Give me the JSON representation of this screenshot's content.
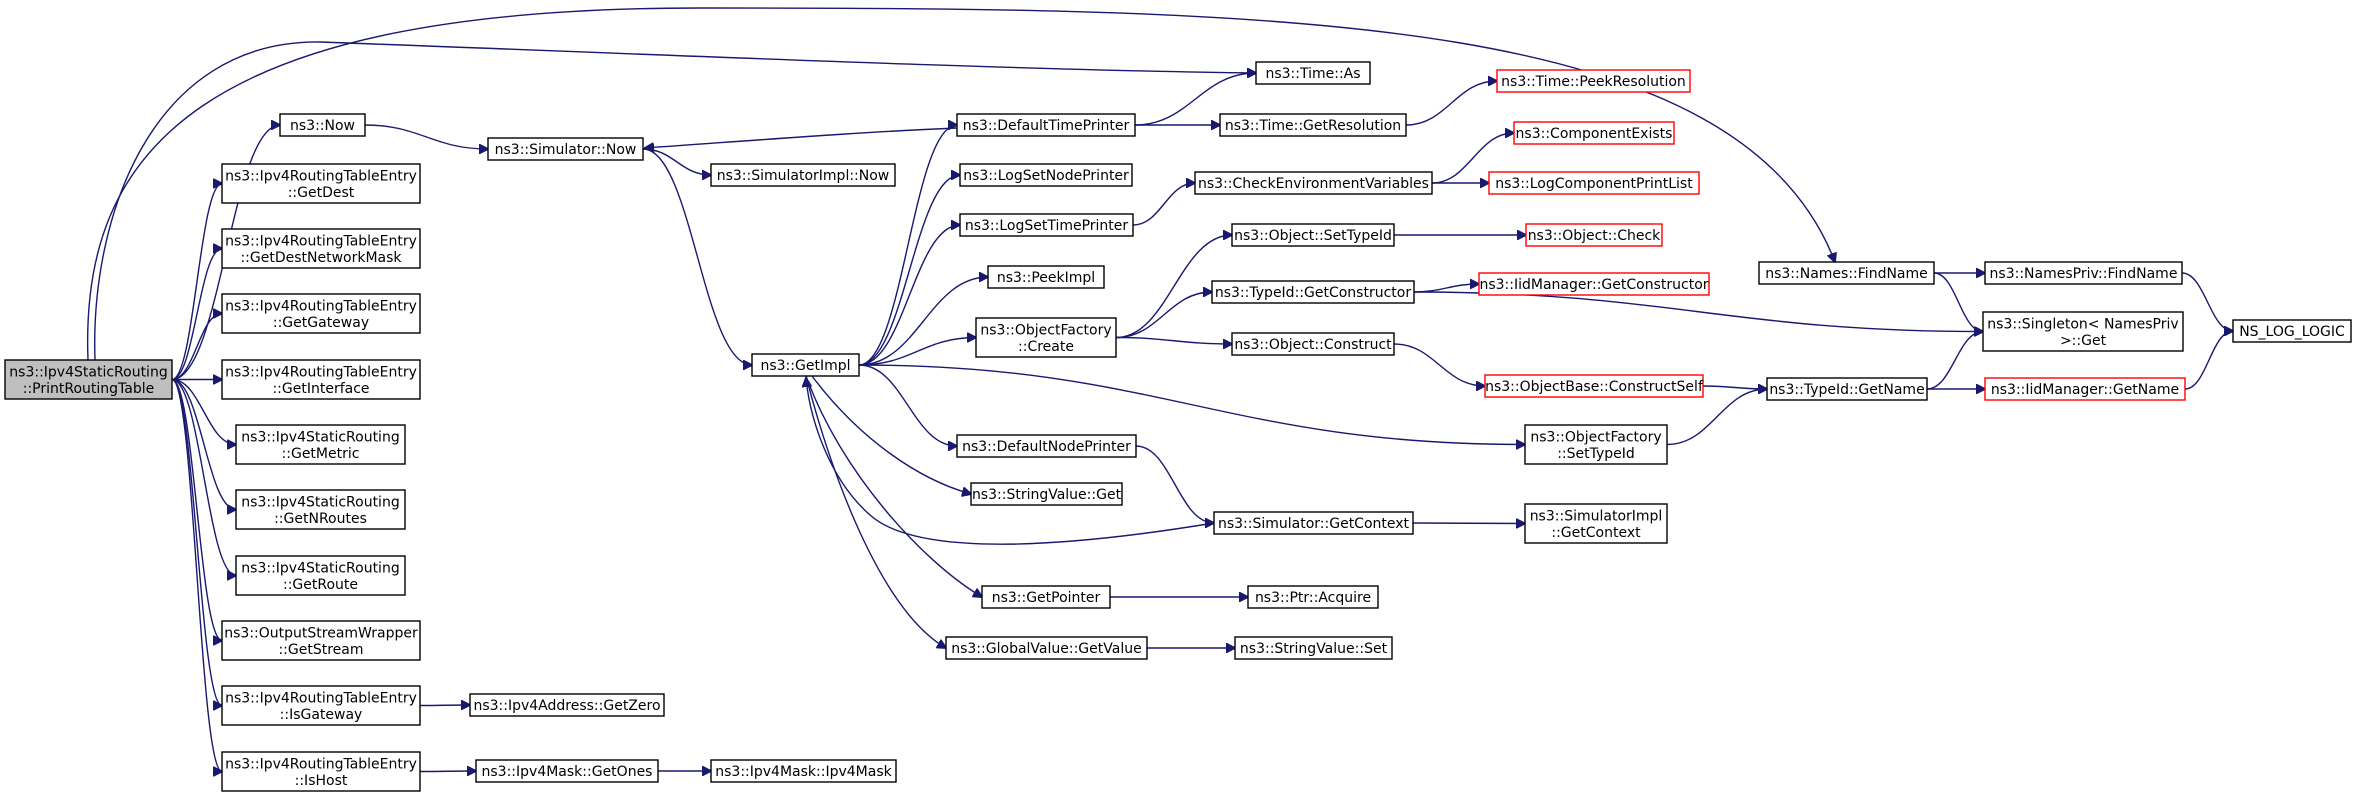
{
  "colors": {
    "edge": "#191970",
    "root_fill": "#bfbfbf",
    "truncated_border": "#ff0000"
  },
  "nodes": [
    {
      "id": "print_routing_table",
      "lines": [
        "ns3::Ipv4StaticRouting",
        "::PrintRoutingTable"
      ],
      "style": "root"
    },
    {
      "id": "now",
      "lines": [
        "ns3::Now"
      ]
    },
    {
      "id": "get_dest",
      "lines": [
        "ns3::Ipv4RoutingTableEntry",
        "::GetDest"
      ]
    },
    {
      "id": "get_dest_network_mask",
      "lines": [
        "ns3::Ipv4RoutingTableEntry",
        "::GetDestNetworkMask"
      ]
    },
    {
      "id": "get_gateway",
      "lines": [
        "ns3::Ipv4RoutingTableEntry",
        "::GetGateway"
      ]
    },
    {
      "id": "get_interface",
      "lines": [
        "ns3::Ipv4RoutingTableEntry",
        "::GetInterface"
      ]
    },
    {
      "id": "get_metric",
      "lines": [
        "ns3::Ipv4StaticRouting",
        "::GetMetric"
      ]
    },
    {
      "id": "get_n_routes",
      "lines": [
        "ns3::Ipv4StaticRouting",
        "::GetNRoutes"
      ]
    },
    {
      "id": "get_route",
      "lines": [
        "ns3::Ipv4StaticRouting",
        "::GetRoute"
      ]
    },
    {
      "id": "get_stream",
      "lines": [
        "ns3::OutputStreamWrapper",
        "::GetStream"
      ]
    },
    {
      "id": "is_gateway",
      "lines": [
        "ns3::Ipv4RoutingTableEntry",
        "::IsGateway"
      ]
    },
    {
      "id": "is_host",
      "lines": [
        "ns3::Ipv4RoutingTableEntry",
        "::IsHost"
      ]
    },
    {
      "id": "simulator_now",
      "lines": [
        "ns3::Simulator::Now"
      ]
    },
    {
      "id": "ipv4address_get_zero",
      "lines": [
        "ns3::Ipv4Address::GetZero"
      ]
    },
    {
      "id": "ipv4mask_get_ones",
      "lines": [
        "ns3::Ipv4Mask::GetOnes"
      ]
    },
    {
      "id": "simulatorimpl_now",
      "lines": [
        "ns3::SimulatorImpl::Now"
      ]
    },
    {
      "id": "get_impl",
      "lines": [
        "ns3::GetImpl"
      ]
    },
    {
      "id": "ipv4mask_ipv4mask",
      "lines": [
        "ns3::Ipv4Mask::Ipv4Mask"
      ]
    },
    {
      "id": "default_time_printer",
      "lines": [
        "ns3::DefaultTimePrinter"
      ]
    },
    {
      "id": "log_set_node_printer",
      "lines": [
        "ns3::LogSetNodePrinter"
      ]
    },
    {
      "id": "log_set_time_printer",
      "lines": [
        "ns3::LogSetTimePrinter"
      ]
    },
    {
      "id": "peek_impl",
      "lines": [
        "ns3::PeekImpl"
      ]
    },
    {
      "id": "object_factory_create",
      "lines": [
        "ns3::ObjectFactory",
        "::Create"
      ]
    },
    {
      "id": "default_node_printer",
      "lines": [
        "ns3::DefaultNodePrinter"
      ]
    },
    {
      "id": "string_value_get",
      "lines": [
        "ns3::StringValue::Get"
      ]
    },
    {
      "id": "get_pointer",
      "lines": [
        "ns3::GetPointer"
      ]
    },
    {
      "id": "global_value_get_value",
      "lines": [
        "ns3::GlobalValue::GetValue"
      ]
    },
    {
      "id": "time_as",
      "lines": [
        "ns3::Time::As"
      ]
    },
    {
      "id": "time_get_resolution",
      "lines": [
        "ns3::Time::GetResolution"
      ]
    },
    {
      "id": "check_environment_variables",
      "lines": [
        "ns3::CheckEnvironmentVariables"
      ]
    },
    {
      "id": "object_set_type_id",
      "lines": [
        "ns3::Object::SetTypeId"
      ]
    },
    {
      "id": "type_id_get_constructor",
      "lines": [
        "ns3::TypeId::GetConstructor"
      ]
    },
    {
      "id": "object_construct",
      "lines": [
        "ns3::Object::Construct"
      ]
    },
    {
      "id": "simulator_get_context",
      "lines": [
        "ns3::Simulator::GetContext"
      ]
    },
    {
      "id": "ptr_acquire",
      "lines": [
        "ns3::Ptr::Acquire"
      ]
    },
    {
      "id": "string_value_set",
      "lines": [
        "ns3::StringValue::Set"
      ]
    },
    {
      "id": "time_peek_resolution",
      "lines": [
        "ns3::Time::PeekResolution"
      ],
      "style": "red"
    },
    {
      "id": "component_exists",
      "lines": [
        "ns3::ComponentExists"
      ],
      "style": "red"
    },
    {
      "id": "log_component_print_list",
      "lines": [
        "ns3::LogComponentPrintList"
      ],
      "style": "red"
    },
    {
      "id": "object_check",
      "lines": [
        "ns3::Object::Check"
      ],
      "style": "red"
    },
    {
      "id": "iid_manager_get_constructor",
      "lines": [
        "ns3::IidManager::GetConstructor"
      ],
      "style": "red"
    },
    {
      "id": "object_base_construct_self",
      "lines": [
        "ns3::ObjectBase::ConstructSelf"
      ],
      "style": "red"
    },
    {
      "id": "object_factory_set_type_id",
      "lines": [
        "ns3::ObjectFactory",
        "::SetTypeId"
      ]
    },
    {
      "id": "simulatorimpl_get_context",
      "lines": [
        "ns3::SimulatorImpl",
        "::GetContext"
      ]
    },
    {
      "id": "names_find_name",
      "lines": [
        "ns3::Names::FindName"
      ]
    },
    {
      "id": "type_id_get_name",
      "lines": [
        "ns3::TypeId::GetName"
      ]
    },
    {
      "id": "names_priv_find_name",
      "lines": [
        "ns3::NamesPriv::FindName"
      ]
    },
    {
      "id": "singleton_get",
      "lines": [
        "ns3::Singleton< NamesPriv",
        " >::Get"
      ]
    },
    {
      "id": "iid_manager_get_name",
      "lines": [
        "ns3::IidManager::GetName"
      ],
      "style": "red"
    },
    {
      "id": "ns_log_logic",
      "lines": [
        "NS_LOG_LOGIC"
      ]
    }
  ],
  "edges": [
    [
      "print_routing_table",
      "now"
    ],
    [
      "print_routing_table",
      "get_dest"
    ],
    [
      "print_routing_table",
      "get_dest_network_mask"
    ],
    [
      "print_routing_table",
      "get_gateway"
    ],
    [
      "print_routing_table",
      "get_interface"
    ],
    [
      "print_routing_table",
      "get_metric"
    ],
    [
      "print_routing_table",
      "get_n_routes"
    ],
    [
      "print_routing_table",
      "get_route"
    ],
    [
      "print_routing_table",
      "get_stream"
    ],
    [
      "print_routing_table",
      "is_gateway"
    ],
    [
      "print_routing_table",
      "is_host"
    ],
    [
      "print_routing_table",
      "time_as"
    ],
    [
      "print_routing_table",
      "names_find_name"
    ],
    [
      "now",
      "simulator_now"
    ],
    [
      "is_gateway",
      "ipv4address_get_zero"
    ],
    [
      "is_host",
      "ipv4mask_get_ones"
    ],
    [
      "ipv4mask_get_ones",
      "ipv4mask_ipv4mask"
    ],
    [
      "simulator_now",
      "simulatorimpl_now"
    ],
    [
      "simulator_now",
      "get_impl"
    ],
    [
      "get_impl",
      "default_time_printer"
    ],
    [
      "get_impl",
      "log_set_node_printer"
    ],
    [
      "get_impl",
      "log_set_time_printer"
    ],
    [
      "get_impl",
      "peek_impl"
    ],
    [
      "get_impl",
      "object_factory_create"
    ],
    [
      "get_impl",
      "default_node_printer"
    ],
    [
      "get_impl",
      "string_value_get"
    ],
    [
      "get_impl",
      "get_pointer"
    ],
    [
      "get_impl",
      "global_value_get_value"
    ],
    [
      "get_impl",
      "object_factory_set_type_id"
    ],
    [
      "default_time_printer",
      "simulator_now"
    ],
    [
      "default_time_printer",
      "time_as"
    ],
    [
      "default_time_printer",
      "time_get_resolution"
    ],
    [
      "time_get_resolution",
      "time_peek_resolution"
    ],
    [
      "log_set_time_printer",
      "check_environment_variables"
    ],
    [
      "check_environment_variables",
      "component_exists"
    ],
    [
      "check_environment_variables",
      "log_component_print_list"
    ],
    [
      "object_factory_create",
      "object_set_type_id"
    ],
    [
      "object_factory_create",
      "type_id_get_constructor"
    ],
    [
      "object_factory_create",
      "object_construct"
    ],
    [
      "object_set_type_id",
      "object_check"
    ],
    [
      "type_id_get_constructor",
      "iid_manager_get_constructor"
    ],
    [
      "type_id_get_constructor",
      "singleton_get"
    ],
    [
      "object_construct",
      "object_base_construct_self"
    ],
    [
      "object_base_construct_self",
      "type_id_get_name"
    ],
    [
      "object_factory_set_type_id",
      "type_id_get_name"
    ],
    [
      "default_node_printer",
      "simulator_get_context"
    ],
    [
      "simulator_get_context",
      "get_impl"
    ],
    [
      "simulator_get_context",
      "simulatorimpl_get_context"
    ],
    [
      "get_pointer",
      "ptr_acquire"
    ],
    [
      "global_value_get_value",
      "string_value_set"
    ],
    [
      "names_find_name",
      "names_priv_find_name"
    ],
    [
      "names_find_name",
      "singleton_get"
    ],
    [
      "names_priv_find_name",
      "ns_log_logic"
    ],
    [
      "type_id_get_name",
      "singleton_get"
    ],
    [
      "type_id_get_name",
      "iid_manager_get_name"
    ],
    [
      "iid_manager_get_name",
      "ns_log_logic"
    ]
  ]
}
